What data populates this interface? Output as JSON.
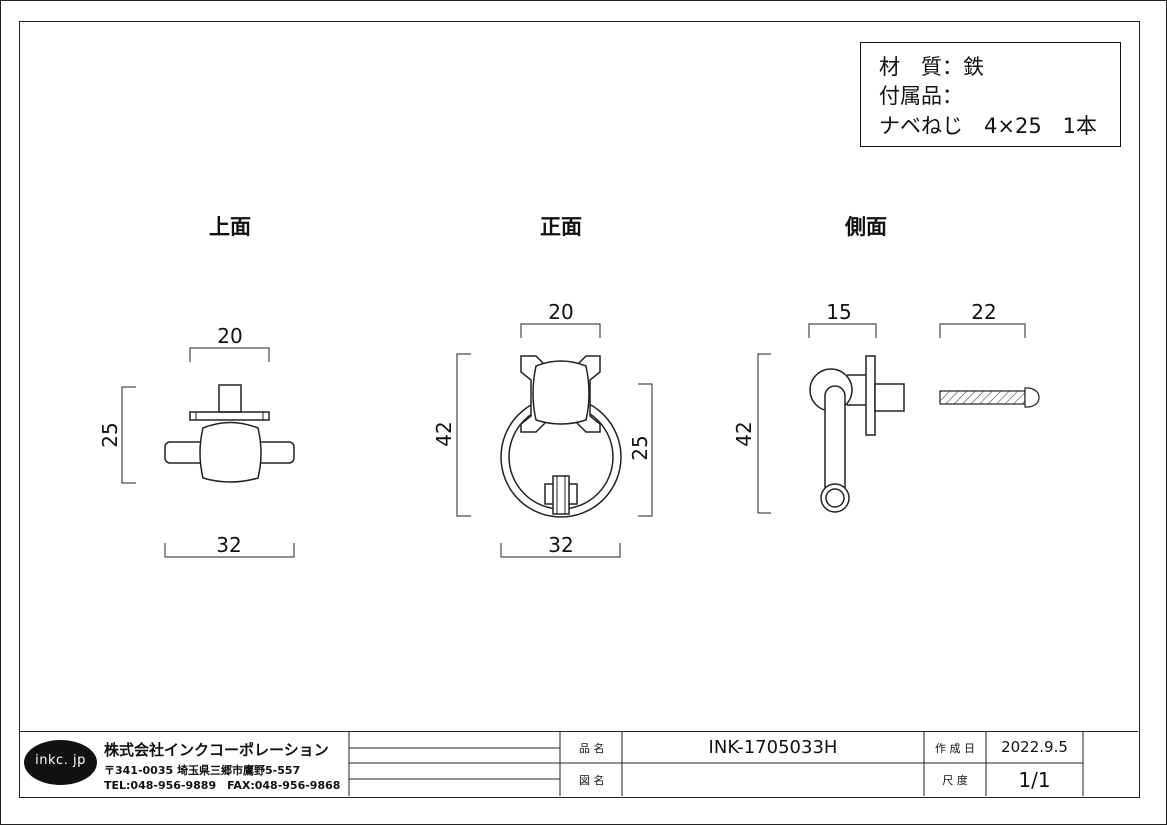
{
  "spec": {
    "material": "材　質：鉄",
    "accessories_label": "付属品：",
    "screw": "ナベねじ　4×25　1本"
  },
  "views": {
    "top": {
      "title": "上面",
      "dim_top": "20",
      "dim_left": "25",
      "dim_bottom": "32"
    },
    "front": {
      "title": "正面",
      "dim_top": "20",
      "dim_left": "42",
      "dim_right": "25",
      "dim_bottom": "32"
    },
    "side": {
      "title": "側面",
      "dim_top": "15",
      "dim_left": "42",
      "screw_dim": "22"
    }
  },
  "title_block": {
    "logo_text": "inkc. jp",
    "company": "株式会社インクコーポレーション",
    "address": "〒341-0035 埼玉県三郷市鷹野5-557",
    "contact": "TEL:048-956-9889　FAX:048-956-9868",
    "product_name_label": "品 名",
    "product_name": "INK-1705033H",
    "drawing_name_label": "図 名",
    "drawing_name": "",
    "created_label": "作 成 日",
    "created_date": "2022.9.5",
    "scale_label": "尺 度",
    "scale": "1/1"
  }
}
